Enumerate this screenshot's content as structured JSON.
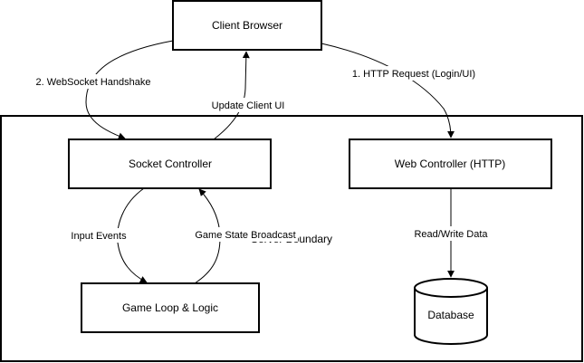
{
  "nodes": {
    "client_browser": "Client Browser",
    "socket_controller": "Socket Controller",
    "web_controller": "Web Controller (HTTP)",
    "game_loop": "Game Loop & Logic",
    "database": "Database"
  },
  "boundary_label": "Server Boundary",
  "edges": {
    "http_request": "1. HTTP Request (Login/UI)",
    "websocket_handshake": "2. WebSocket Handshake",
    "update_client_ui": "Update Client UI",
    "input_events": "Input Events",
    "game_state_broadcast": "Game State Broadcast",
    "read_write_data": "Read/Write Data"
  },
  "colors": {
    "stroke": "#000000",
    "fill": "#ffffff",
    "text": "#000000"
  }
}
